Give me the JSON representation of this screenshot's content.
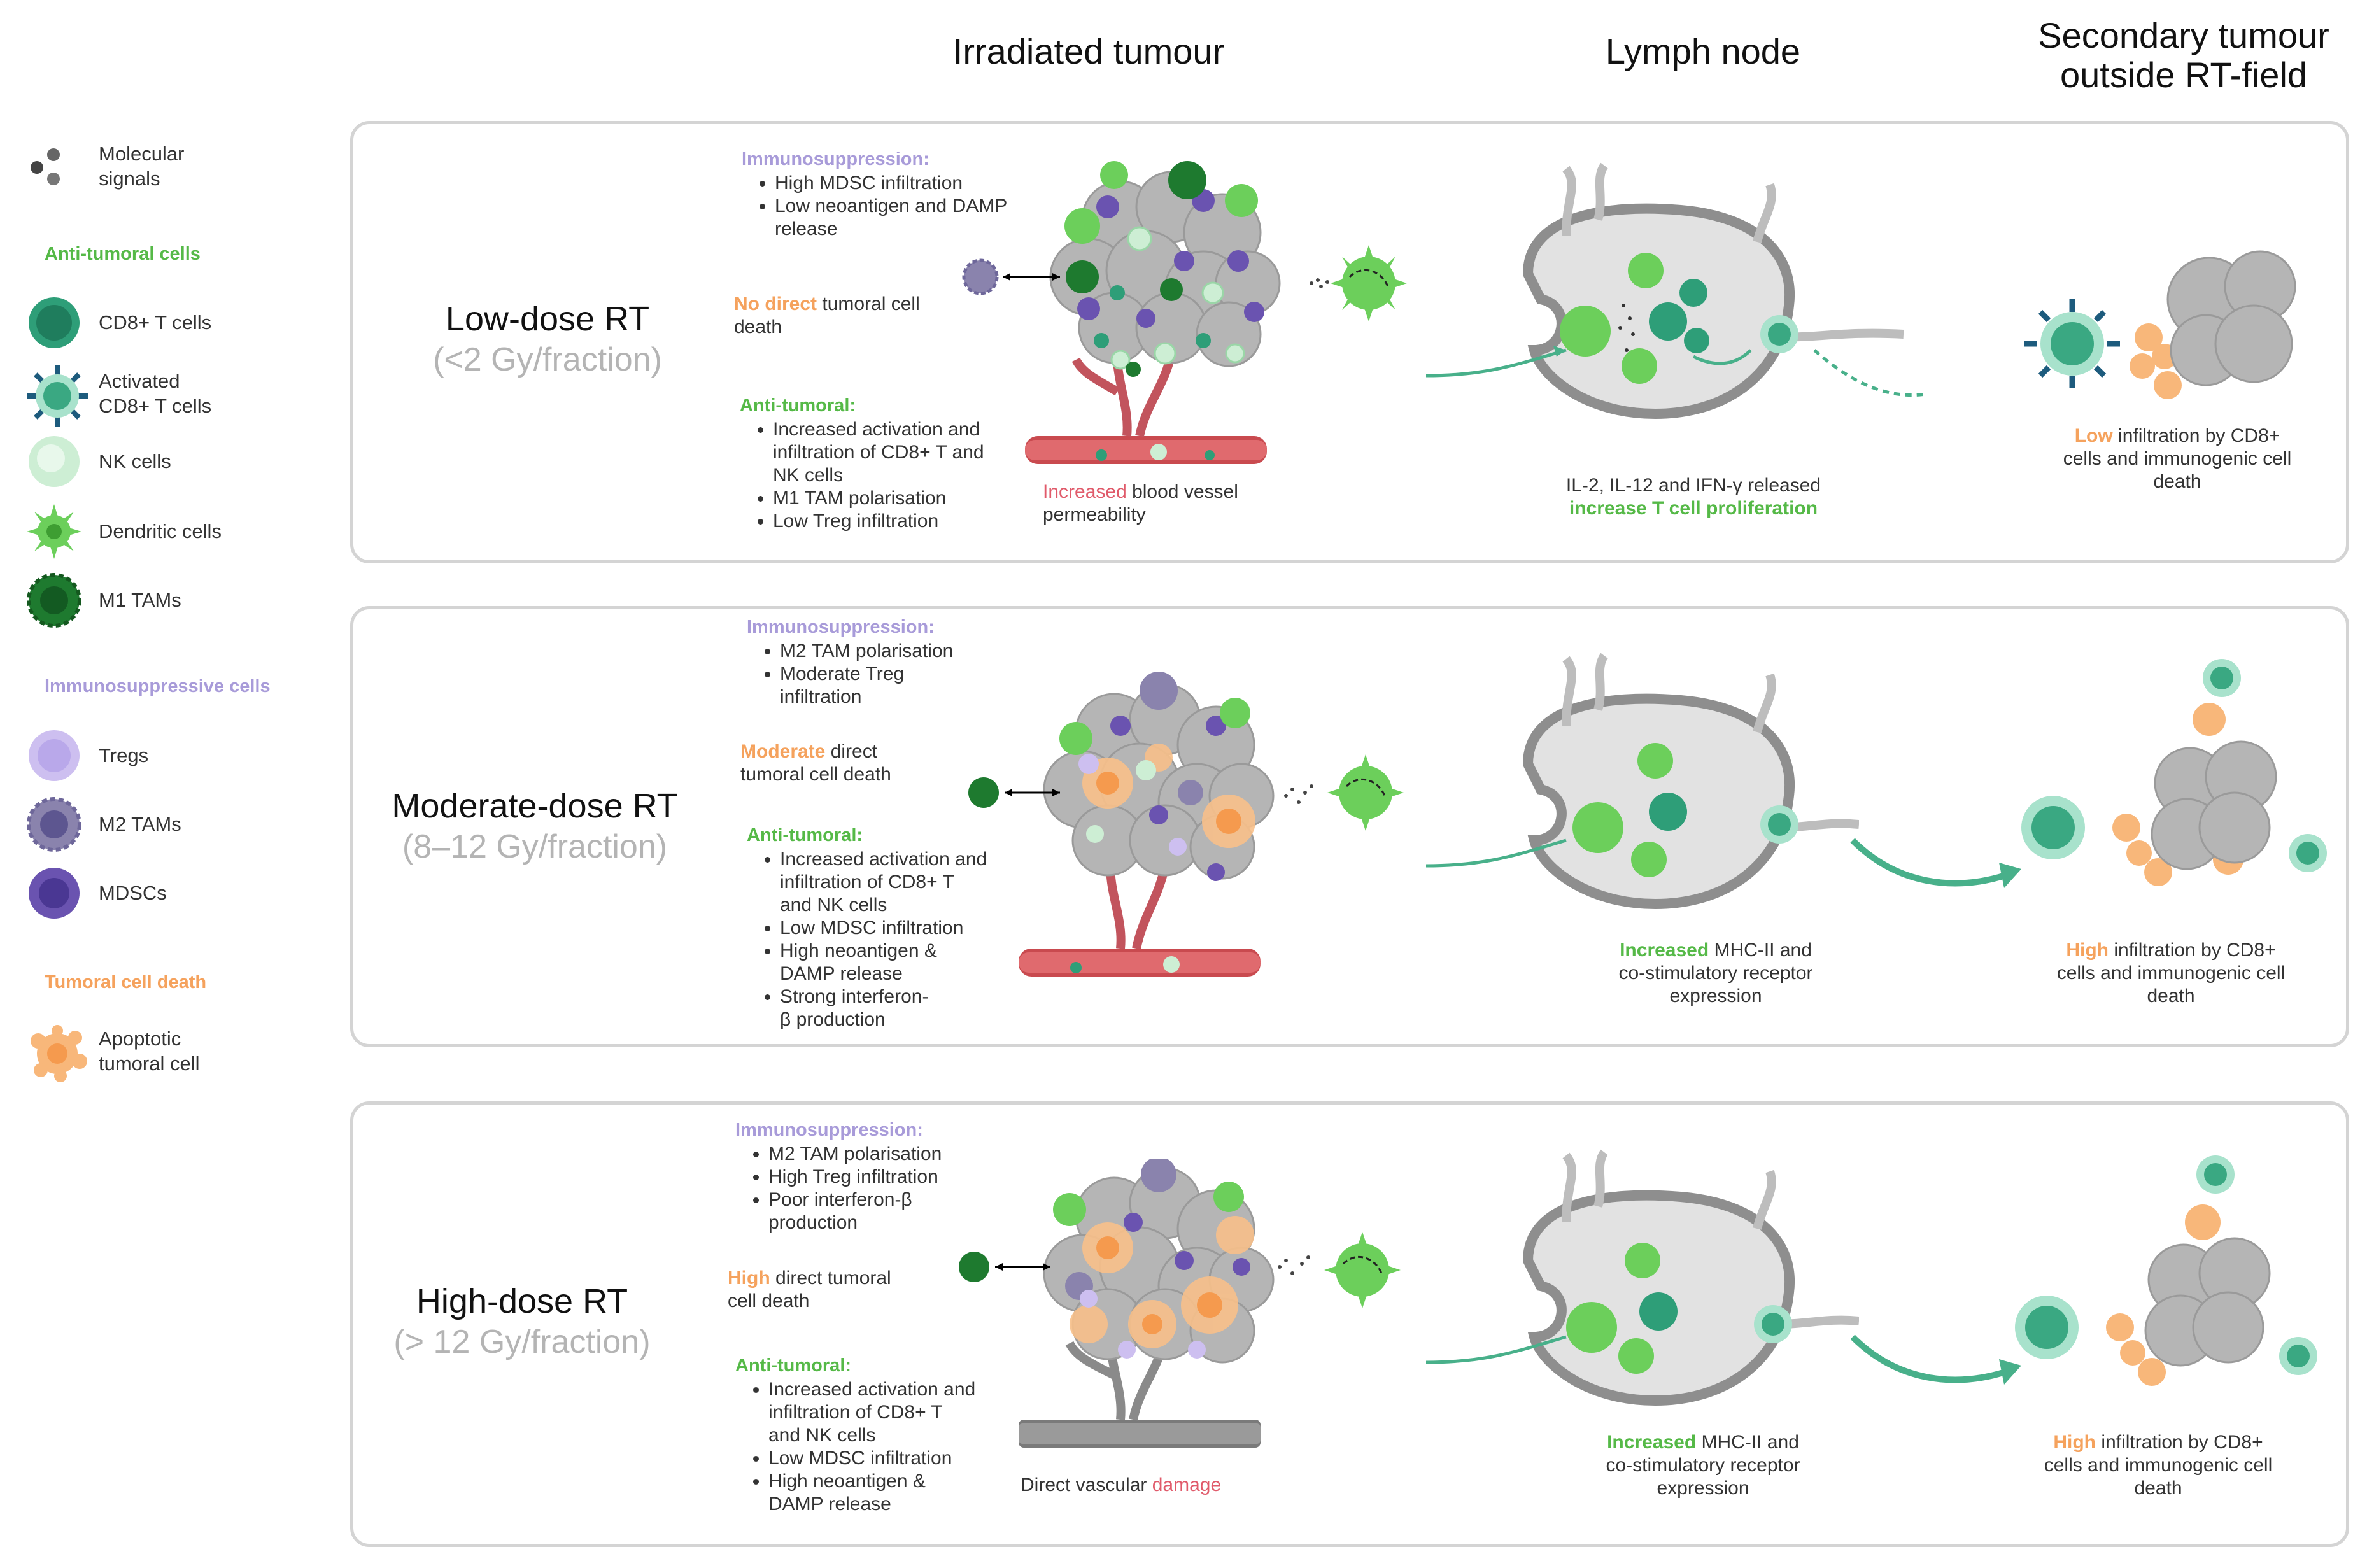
{
  "columns": {
    "irradiated": "Irradiated tumour",
    "lymph": "Lymph node",
    "secondary_line1": "Secondary tumour",
    "secondary_line2": "outside RT-field"
  },
  "legend": {
    "molecular": "Molecular\nsignals",
    "anti_tumoral_header": "Anti-tumoral cells",
    "cd8": "CD8+ T cells",
    "activated_cd8": "Activated\nCD8+ T cells",
    "nk": "NK cells",
    "dendritic": "Dendritic cells",
    "m1": "M1 TAMs",
    "immunosuppressive_header": "Immunosuppressive cells",
    "tregs": "Tregs",
    "m2": "M2 TAMs",
    "mdsc": "MDSCs",
    "death_header": "Tumoral cell death",
    "apoptotic": "Apoptotic\ntumoral cell"
  },
  "panels": {
    "low": {
      "title": "Low-dose RT",
      "subtitle": "(<2 Gy/fraction)",
      "immuno_header": "Immunosuppression:",
      "immuno_items": [
        "High MDSC infiltration",
        "Low neoantigen and DAMP release"
      ],
      "death_highlight": "No  direct",
      "death_rest": " tumoral cell death",
      "anti_header": "Anti-tumoral:",
      "anti_items": [
        "Increased activation and infiltration of CD8+ T and NK cells",
        "M1 TAM polarisation",
        "Low Treg infiltration"
      ],
      "vessel_highlight": "Increased",
      "vessel_rest": " blood vessel permeability",
      "lymph_line1": "IL-2, IL-12 and IFN-γ released",
      "lymph_line2": "increase T cell proliferation",
      "secondary_highlight": "Low",
      "secondary_rest": " infiltration by CD8+ cells and immunogenic cell death"
    },
    "moderate": {
      "title": "Moderate-dose RT",
      "subtitle": "(8–12 Gy/fraction)",
      "immuno_header": "Immunosuppression:",
      "immuno_items": [
        "M2 TAM polarisation",
        "Moderate Treg infiltration"
      ],
      "death_highlight": "Moderate",
      "death_rest": " direct tumoral cell death",
      "anti_header": "Anti-tumoral:",
      "anti_items": [
        "Increased activation and infiltration of CD8+ T and NK cells",
        "Low MDSC infiltration",
        "High neoantigen & DAMP release",
        "Strong interferon-β production"
      ],
      "lymph_highlight": "Increased",
      "lymph_rest": " MHC-II and co-stimulatory receptor expression",
      "secondary_highlight": "High",
      "secondary_rest": " infiltration by CD8+ cells and immunogenic cell death"
    },
    "high": {
      "title": "High-dose RT",
      "subtitle": "(> 12 Gy/fraction)",
      "immuno_header": "Immunosuppression:",
      "immuno_items": [
        "M2 TAM polarisation",
        "High Treg infiltration",
        "Poor interferon-β production"
      ],
      "death_highlight": "High",
      "death_rest": " direct tumoral cell death",
      "anti_header": "Anti-tumoral:",
      "anti_items": [
        "Increased activation and infiltration of CD8+ T and NK cells",
        "Low MDSC infiltration",
        "High neoantigen & DAMP release"
      ],
      "vessel_rest": "Direct vascular ",
      "vessel_highlight": "damage",
      "lymph_highlight": "Increased",
      "lymph_rest": " MHC-II and co-stimulatory receptor expression",
      "secondary_highlight": "High",
      "secondary_rest": " infiltration by CD8+ cells and immunogenic cell death"
    }
  },
  "colors": {
    "green": "#55b947",
    "purple": "#a89bd9",
    "orange": "#f5a25d",
    "red": "#e05a6a",
    "teal": "#2e9e78"
  }
}
